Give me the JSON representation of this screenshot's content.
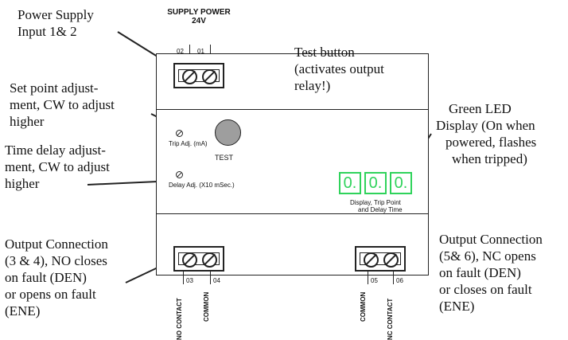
{
  "header": {
    "supply_power": "SUPPLY POWER",
    "voltage": "24V"
  },
  "terminals": {
    "top": [
      "02",
      "01"
    ],
    "bottom_left": [
      "03",
      "04"
    ],
    "bottom_right": [
      "05",
      "06"
    ]
  },
  "device": {
    "trip_adj": "Trip Adj. (mA)",
    "delay_adj": "Delay Adj. (X10 mSec.)",
    "test_label": "TEST",
    "led_digits": [
      "0.",
      "0.",
      "0."
    ],
    "display_caption_line1": "Display, Trip Point",
    "display_caption_line2": "and Delay Time",
    "no_contact": "NO CONTACT",
    "common_left": "COMMON",
    "common_right": "COMMON",
    "nc_contact": "NC CONTACT"
  },
  "annotations": {
    "power_supply": [
      "Power Supply",
      "Input 1& 2"
    ],
    "test_button": [
      "Test button",
      "(activates output",
      "relay!)"
    ],
    "set_point": [
      "Set point adjust-",
      "ment, CW to adjust",
      "higher"
    ],
    "time_delay": [
      "Time delay adjust-",
      "ment, CW to adjust",
      "higher"
    ],
    "green_led": [
      "Green LED",
      "Display (On when",
      "powered, flashes",
      "when tripped)"
    ],
    "output_left": [
      "Output Connection",
      "(3 & 4), NO closes",
      "on fault (DEN)",
      "or opens on fault",
      "(ENE)"
    ],
    "output_right": [
      "Output Connection",
      "(5& 6), NC opens",
      "on fault (DEN)",
      "or closes on fault",
      "(ENE)"
    ]
  },
  "colors": {
    "led_green": "#2fd35b",
    "button_gray": "#9e9e9e",
    "outline": "#222222"
  }
}
